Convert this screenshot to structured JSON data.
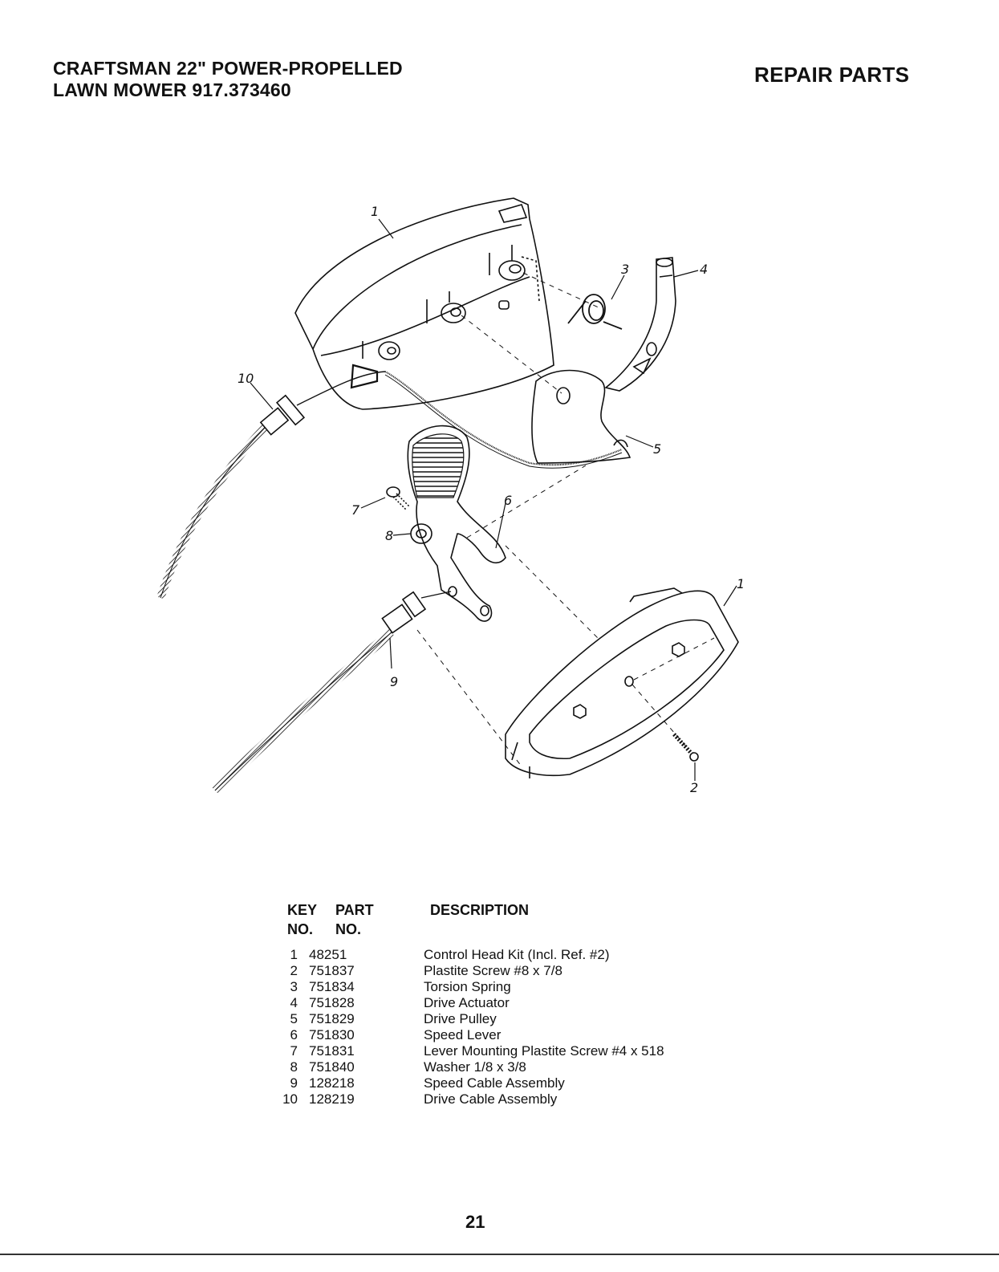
{
  "header": {
    "title_line1": "CRAFTSMAN 22\" POWER-PROPELLED",
    "title_line2": "LAWN MOWER 917.373460",
    "section": "REPAIR PARTS"
  },
  "diagram": {
    "callouts": [
      "1",
      "3",
      "4",
      "10",
      "5",
      "7",
      "6",
      "8",
      "1",
      "9",
      "2"
    ]
  },
  "table": {
    "headers": {
      "key_line1": "KEY",
      "key_line2": "NO.",
      "part_line1": "PART",
      "part_line2": "NO.",
      "description": "DESCRIPTION"
    },
    "rows": [
      {
        "key": "1",
        "part": "48251",
        "description": "Control Head Kit (Incl. Ref. #2)"
      },
      {
        "key": "2",
        "part": "751837",
        "description": "Plastite Screw #8 x 7/8"
      },
      {
        "key": "3",
        "part": "751834",
        "description": "Torsion Spring"
      },
      {
        "key": "4",
        "part": "751828",
        "description": "Drive Actuator"
      },
      {
        "key": "5",
        "part": "751829",
        "description": "Drive Pulley"
      },
      {
        "key": "6",
        "part": "751830",
        "description": "Speed Lever"
      },
      {
        "key": "7",
        "part": "751831",
        "description": "Lever Mounting Plastite Screw #4 x 518"
      },
      {
        "key": "8",
        "part": "751840",
        "description": "Washer 1/8 x 3/8"
      },
      {
        "key": "9",
        "part": "128218",
        "description": "Speed Cable Assembly"
      },
      {
        "key": "10",
        "part": "128219",
        "description": "Drive Cable Assembly"
      }
    ]
  },
  "footer": {
    "page_number": "21"
  }
}
